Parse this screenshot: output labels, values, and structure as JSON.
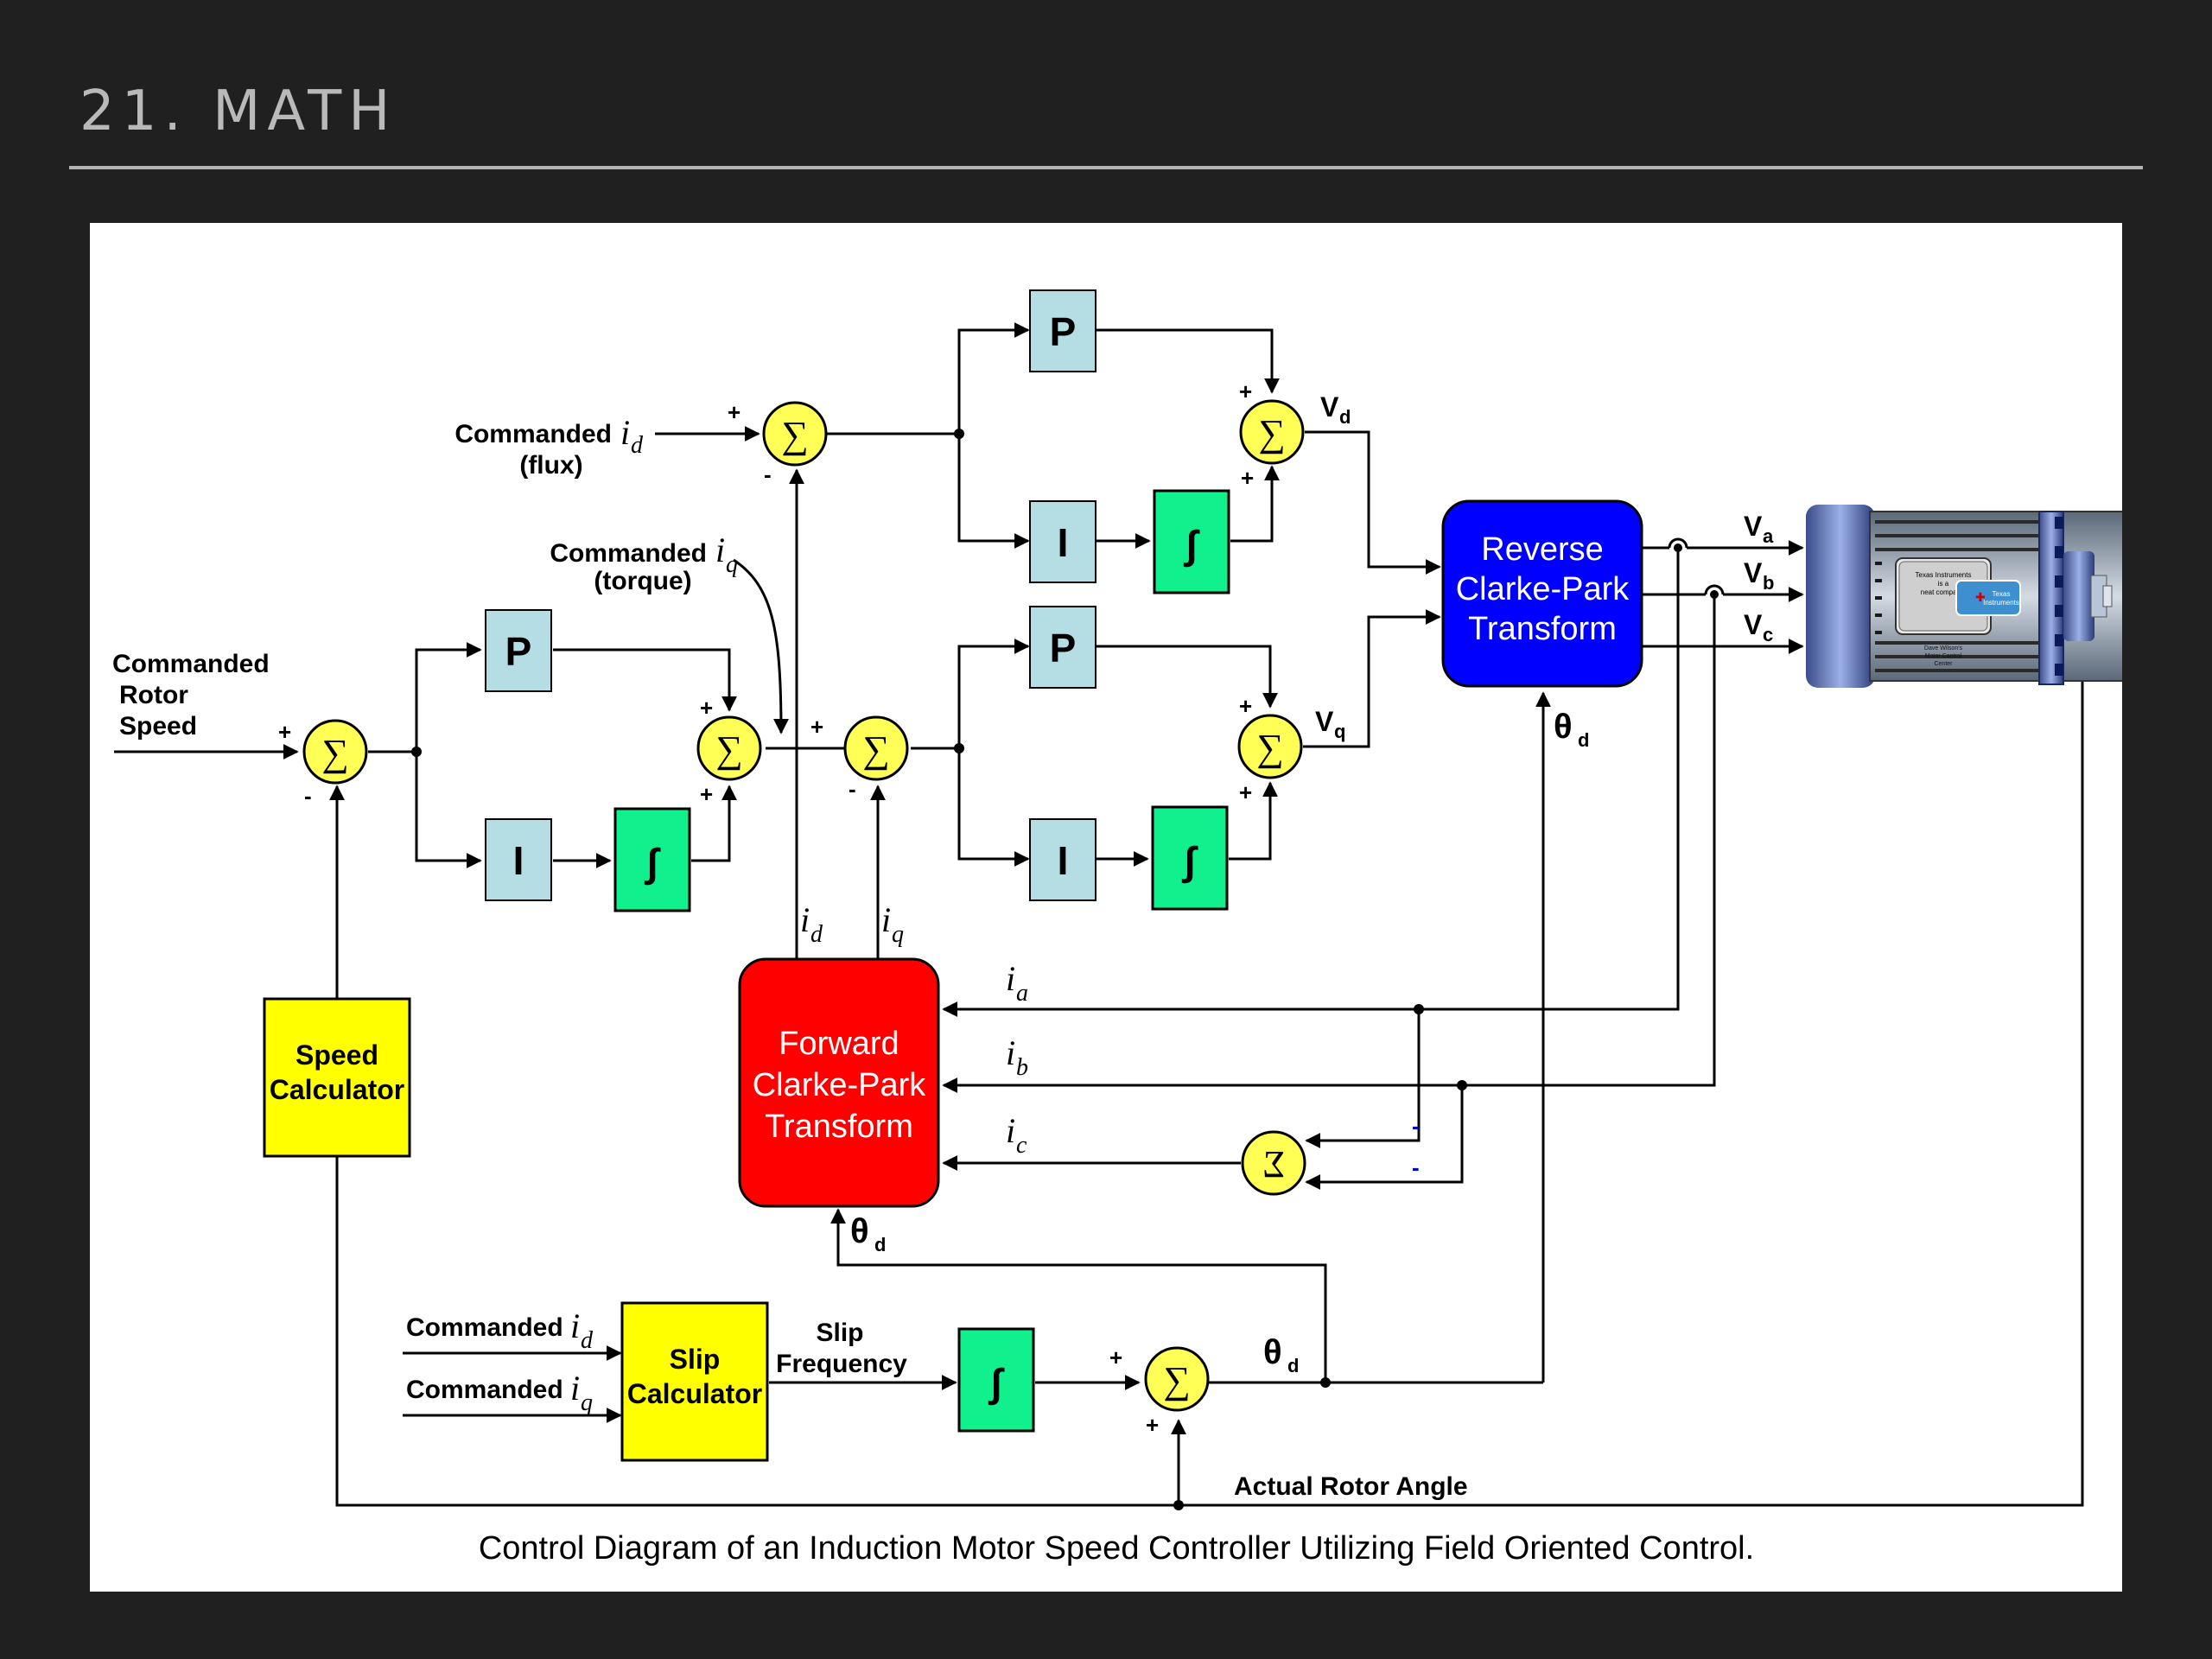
{
  "page": {
    "title": "21. MATH",
    "caption": "Control Diagram of an Induction Motor Speed Controller Utilizing Field Oriented Control."
  },
  "colors": {
    "background": "#202020",
    "title": "#b9b9b9",
    "pi_block": "#b5dde4",
    "integrator": "#10f08c",
    "summer": "#ffff55",
    "calculator": "#ffff00",
    "forward_transform": "#ff0000",
    "reverse_transform": "#0000ff"
  },
  "inputs": {
    "commanded_rotor_speed": [
      "Commanded",
      "Rotor",
      "Speed"
    ],
    "commanded_id_flux": {
      "text": "Commanded",
      "var": "i",
      "sub": "d",
      "note": "(flux)"
    },
    "commanded_iq_torque": {
      "text": "Commanded",
      "var": "i",
      "sub": "q",
      "note": "(torque)"
    },
    "slip_commanded_id": {
      "text": "Commanded",
      "var": "i",
      "sub": "d"
    },
    "slip_commanded_iq": {
      "text": "Commanded",
      "var": "i",
      "sub": "q"
    }
  },
  "blocks": {
    "p": "P",
    "i": "I",
    "integrator": "∫",
    "summer": "∑",
    "summer_rev": "Σ",
    "speed_calculator": [
      "Speed",
      "Calculator"
    ],
    "slip_calculator": [
      "Slip",
      "Calculator"
    ],
    "forward_transform": [
      "Forward",
      "Clarke-Park",
      "Transform"
    ],
    "reverse_transform": [
      "Reverse",
      "Clarke-Park",
      "Transform"
    ]
  },
  "signals": {
    "plus": "+",
    "minus": "-",
    "vd": {
      "base": "V",
      "sub": "d"
    },
    "vq": {
      "base": "V",
      "sub": "q"
    },
    "va": {
      "base": "V",
      "sub": "a"
    },
    "vb": {
      "base": "V",
      "sub": "b"
    },
    "vc": {
      "base": "V",
      "sub": "c"
    },
    "id": {
      "base": "i",
      "sub": "d"
    },
    "iq": {
      "base": "i",
      "sub": "q"
    },
    "ia": {
      "base": "i",
      "sub": "a"
    },
    "ib": {
      "base": "i",
      "sub": "b"
    },
    "ic": {
      "base": "i",
      "sub": "c"
    },
    "theta_d": {
      "base": "θ",
      "sub": "d"
    },
    "slip_frequency": [
      "Slip",
      "Frequency"
    ],
    "actual_rotor_angle": "Actual Rotor Angle"
  },
  "motor": {
    "plate_text": [
      "Texas Instruments",
      "is a",
      "neat company!"
    ],
    "logo_text": [
      "Texas",
      "Instruments"
    ],
    "bottom_text": [
      "Dave Wilson's",
      "Motor Control",
      "Center"
    ]
  }
}
